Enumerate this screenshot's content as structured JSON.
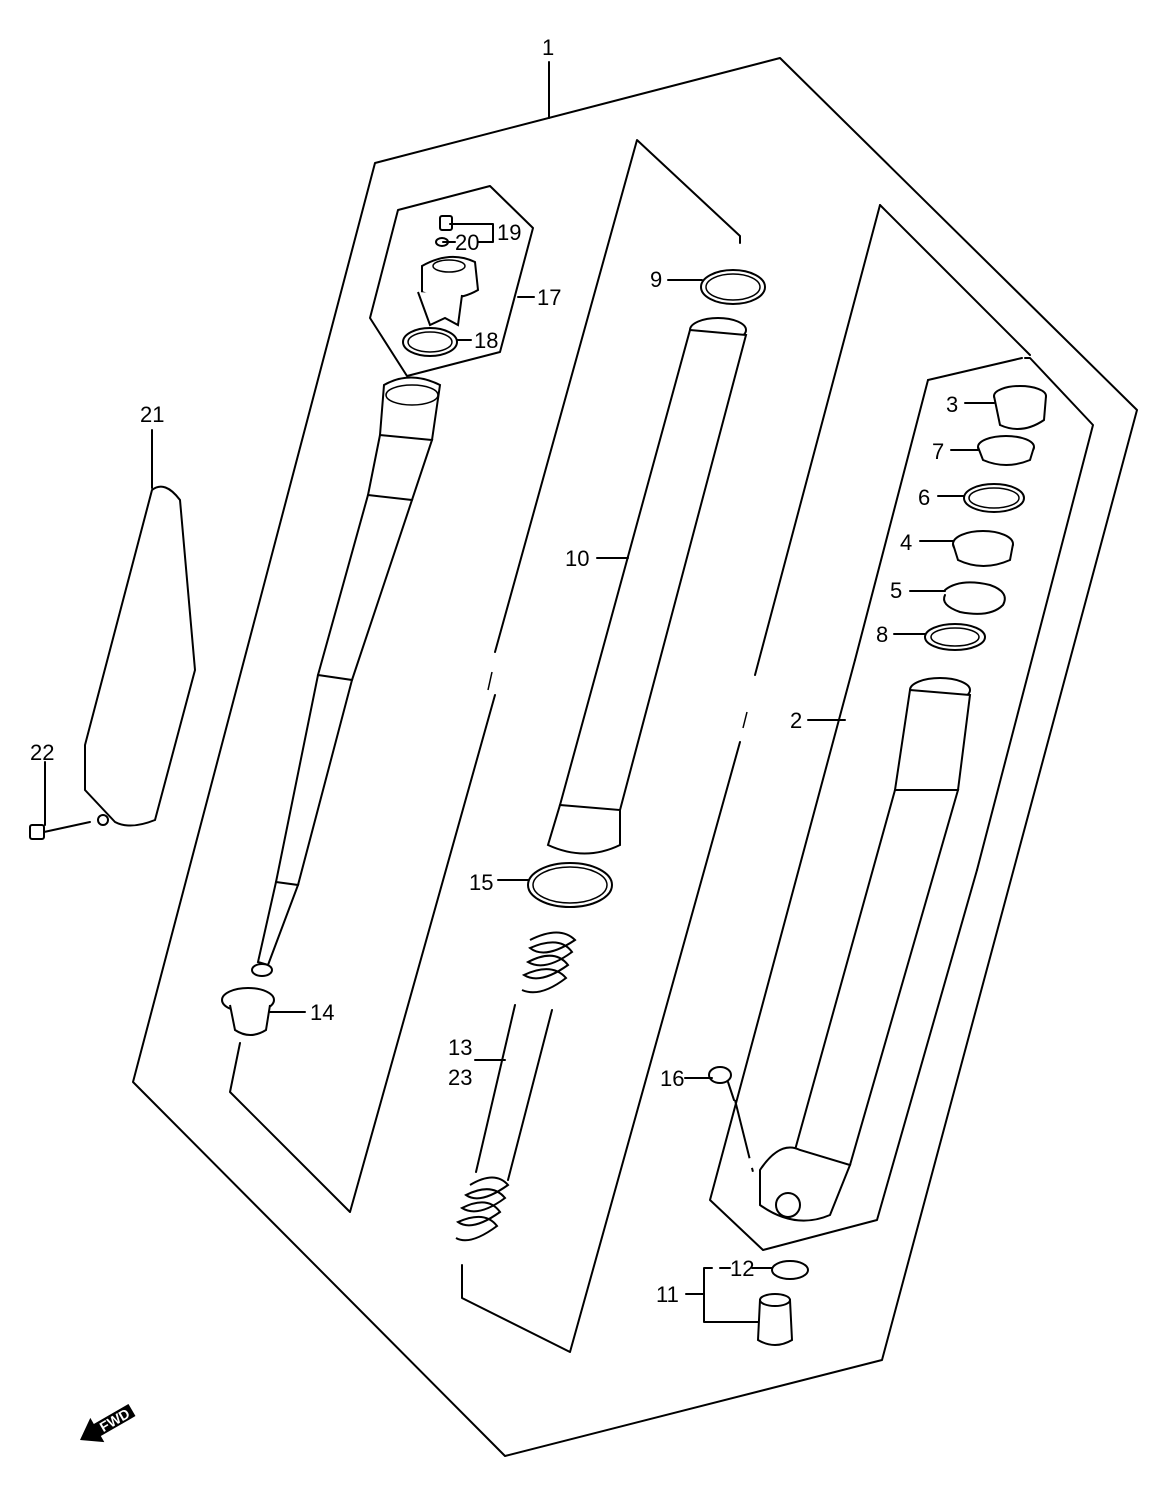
{
  "labels": {
    "l1": "1",
    "l2": "2",
    "l3": "3",
    "l4": "4",
    "l5": "5",
    "l6": "6",
    "l7": "7",
    "l8": "8",
    "l9": "9",
    "l10": "10",
    "l11": "11",
    "l12": "12",
    "l13": "13",
    "l14": "14",
    "l15": "15",
    "l16": "16",
    "l17": "17",
    "l18": "18",
    "l19": "19",
    "l20": "20",
    "l21": "21",
    "l22": "22",
    "l23": "23"
  },
  "fwd": "FWD"
}
